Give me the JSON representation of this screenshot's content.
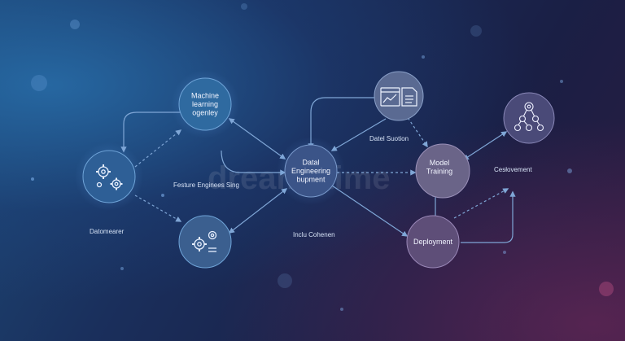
{
  "nodes": {
    "ml": "Machine\nlearning\nogenley",
    "datal": "Datal\nEngineering\nbupment",
    "model": "Model\nTraining",
    "deploy": "Deployment"
  },
  "labels": {
    "feature": "Festure Enginees Sing",
    "datomearer": "Datomearer",
    "datel_suotion": "Datel Suotion",
    "inclu": "Inclu Cohenen",
    "ceslovement": "Cesłovement"
  },
  "watermark": "dreamstime",
  "colors": {
    "blue_node": "#2f6aa0",
    "slate_node": "#3d4f80",
    "purple_node": "#5a4f78",
    "connector": "#7fa6d6"
  },
  "icons": [
    "gears-icon",
    "gears-doc-icon",
    "chart-doc-icon",
    "network-tree-icon"
  ]
}
